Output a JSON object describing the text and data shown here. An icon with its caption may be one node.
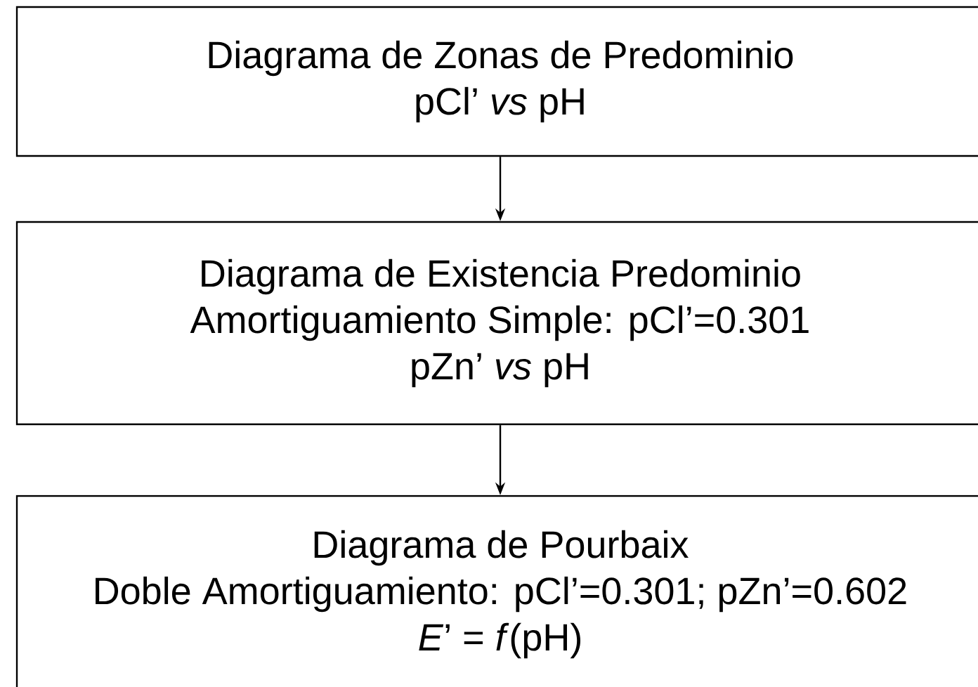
{
  "diagram": {
    "nodes": [
      {
        "text": [
          "Diagrama de Zonas de Predominio",
          "pCl’ *vs* pH"
        ]
      },
      {
        "text": [
          "Diagrama de Existencia Predominio",
          "Amortiguamiento Simple: pCl’=0.301",
          "pZn’ *vs* pH"
        ]
      },
      {
        "text": [
          "Diagrama de Pourbaix",
          "Doble Amortiguamiento: pCl’=0.301; pZn’=0.602",
          "*E*’ = *f*(pH)"
        ]
      }
    ],
    "edges": [
      {
        "from": 0,
        "to": 1,
        "arrow": "to"
      },
      {
        "from": 1,
        "to": 2,
        "arrow": "to"
      }
    ]
  }
}
